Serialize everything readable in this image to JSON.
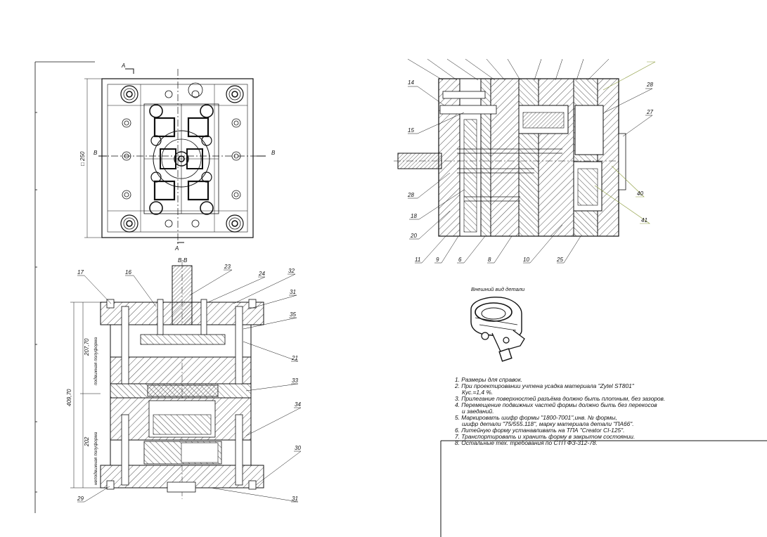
{
  "plan_view": {
    "section_marks": {
      "top": "A",
      "bottom": "A",
      "left": "B",
      "right": "B"
    },
    "dimension_size": "□ 250"
  },
  "section_bb": {
    "title": "B-B",
    "dimensions": {
      "upper_half": "207,70",
      "lower_half": "202",
      "overall": "409,70"
    },
    "half_labels": {
      "upper": "подвижная полуформа",
      "lower": "неподвижная полуформа"
    },
    "callouts": [
      "17",
      "16",
      "23",
      "24",
      "32",
      "31",
      "35",
      "21",
      "33",
      "34",
      "30",
      "29",
      "31"
    ]
  },
  "section_aa": {
    "callouts": [
      "14",
      "15",
      "28",
      "18",
      "20",
      "11",
      "9",
      "8",
      "6",
      "10",
      "25",
      "28",
      "27",
      "40",
      "41"
    ]
  },
  "part_view": {
    "caption": "Внешний вид детали"
  },
  "notes": [
    "1. Размеры для справок.",
    "2. При проектировании учтена усадка материала \"Zytel ST801\"",
    "Кус.=1,4 %.",
    "3. Прилегание поверхностей разъёма должно быть плотным, без зазоров.",
    "4. Перемещение подвижных частей формы должно быть без перекосов",
    "и заеданий.",
    "5. Маркировать шифр формы \"1800-7001\",инв. № формы,",
    "шифр детали \"75/555.118\", марку материала детали \"ПА66\".",
    "6. Литейную форму устанавливать на ТПА \"Creator CI-125\".",
    "7. Транспортировать и хранить форму в закрытом состоянии.",
    "8. Остальные тех. требования по СТП ФЗ-312-78."
  ],
  "colors": {
    "line": "#111111",
    "paper": "#ffffff",
    "leader_green": "#8a9a3a"
  }
}
